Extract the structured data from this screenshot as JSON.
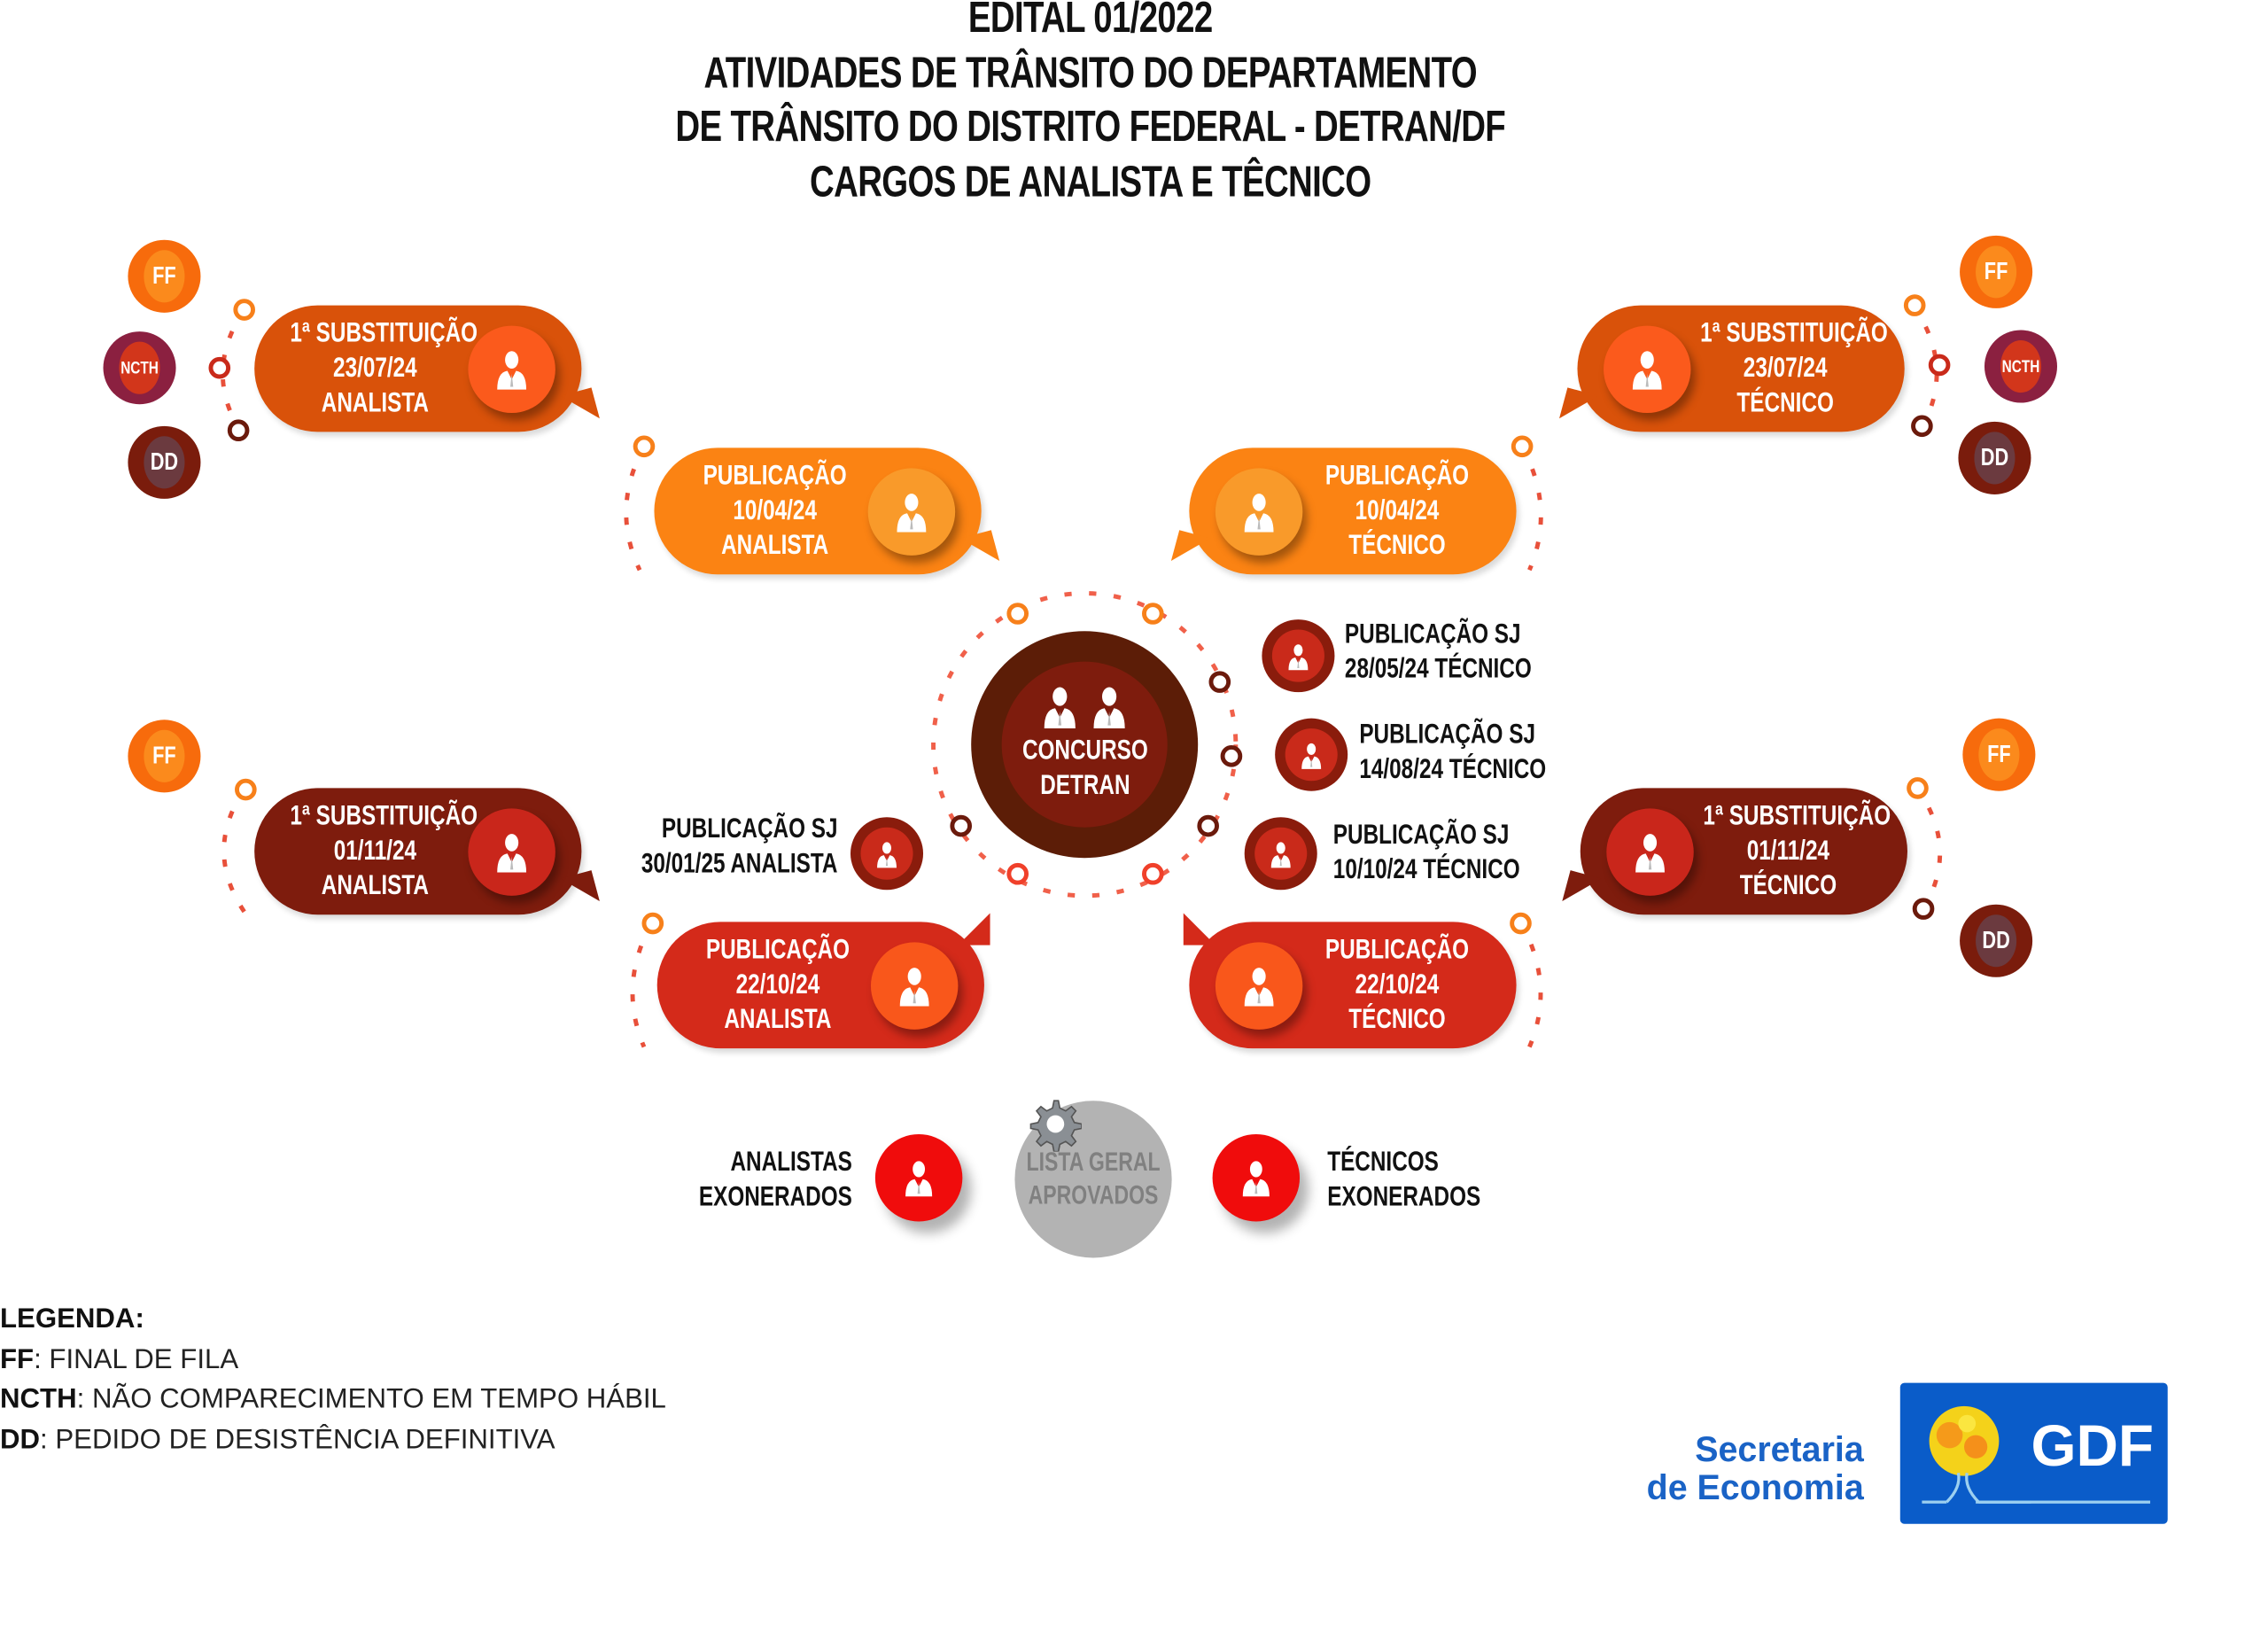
{
  "title": {
    "lines": [
      "EDITAL 01/2022",
      "ATIVIDADES DE TRÂNSITO DO DEPARTAMENTO",
      "DE TRÂNSITO DO DISTRITO FEDERAL - DETRAN/DF",
      "CARGOS DE ANALISTA E TÊCNICO"
    ]
  },
  "center": {
    "line1": "CONCURSO",
    "line2": "DETRAN"
  },
  "bubbles": [
    {
      "id": "sub1-analista-230724",
      "lines": [
        "1ª SUBSTITUIÇÃO",
        "23/07/24",
        "ANALISTA"
      ]
    },
    {
      "id": "pub-analista-100424",
      "lines": [
        "PUBLICAÇÃO",
        "10/04/24",
        "ANALISTA"
      ]
    },
    {
      "id": "sub1-tecnico-230724",
      "lines": [
        "1ª SUBSTITUIÇÃO",
        "23/07/24",
        "TÉCNICO"
      ]
    },
    {
      "id": "pub-tecnico-100424",
      "lines": [
        "PUBLICAÇÃO",
        "10/04/24",
        "TÉCNICO"
      ]
    },
    {
      "id": "sub1-analista-011124",
      "lines": [
        "1ª SUBSTITUIÇÃO",
        "01/11/24",
        "ANALISTA"
      ]
    },
    {
      "id": "sub1-tecnico-011124",
      "lines": [
        "1ª SUBSTITUIÇÃO",
        "01/11/24",
        "TÉCNICO"
      ]
    },
    {
      "id": "pub-analista-221024",
      "lines": [
        "PUBLICAÇÃO",
        "22/10/24",
        "ANALISTA"
      ]
    },
    {
      "id": "pub-tecnico-221024",
      "lines": [
        "PUBLICAÇÃO",
        "22/10/24",
        "TÉCNICO"
      ]
    }
  ],
  "badges": {
    "ff": "FF",
    "ncth": "NCTH",
    "dd": "DD"
  },
  "sj_publications": [
    {
      "line1": "PUBLICAÇÃO SJ",
      "line2": "28/05/24 TÉCNICO"
    },
    {
      "line1": "PUBLICAÇÃO SJ",
      "line2": "14/08/24 TÉCNICO"
    },
    {
      "line1": "PUBLICAÇÃO SJ",
      "line2": "10/10/24 TÉCNICO"
    },
    {
      "line1": "PUBLICAÇÃO SJ",
      "line2": "30/01/25 ANALISTA"
    }
  ],
  "bottom": {
    "analistas": {
      "line1": "ANALISTAS",
      "line2": "EXONERADOS"
    },
    "lista": {
      "line1": "LISTA GERAL",
      "line2": "APROVADOS"
    },
    "tecnicos": {
      "line1": "TÉCNICOS",
      "line2": "EXONERADOS"
    }
  },
  "legend": {
    "title": "LEGENDA:",
    "items": [
      {
        "key": "FF",
        "desc": ": FINAL DE FILA"
      },
      {
        "key": "NCTH",
        "desc": ": NÃO COMPARECIMENTO EM TEMPO HÁBIL"
      },
      {
        "key": "DD",
        "desc": ": PEDIDO DE DESISTÊNCIA DEFINITIVA"
      }
    ]
  },
  "logo": {
    "secretaria_line1": "Secretaria",
    "secretaria_line2": "de Economia",
    "gdf": "GDF"
  },
  "colors": {
    "sub_orange": "#d9520a",
    "sub_orange_icon": "#fb5a1c",
    "pub_orange": "#fb8313",
    "pub_orange_icon": "#f99a2a",
    "sub_dark": "#7e1c0d",
    "sub_dark_icon": "#c9261b",
    "pub_red": "#d42a1a",
    "pub_red_icon": "#f9571b",
    "exonerado_red": "#f00c0c",
    "lista_gray": "#b3b3b3",
    "gdf_blue": "#0a5cc9"
  }
}
